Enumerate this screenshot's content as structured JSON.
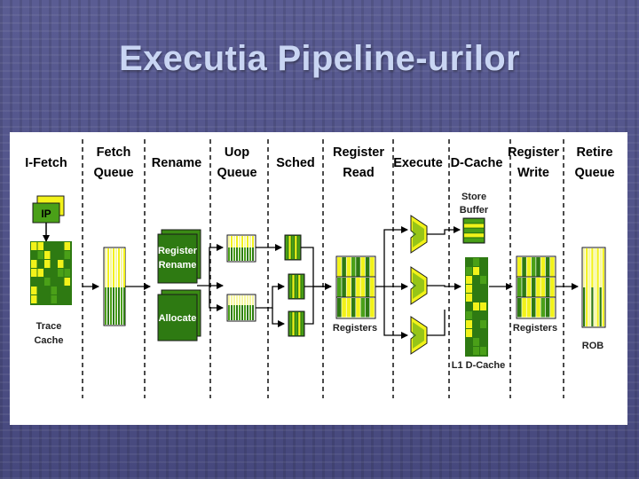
{
  "slide": {
    "title": "Executia Pipeline-urilor"
  },
  "diagram": {
    "stages": [
      {
        "line1": "I-Fetch",
        "line2": ""
      },
      {
        "line1": "Fetch",
        "line2": "Queue"
      },
      {
        "line1": "Rename",
        "line2": ""
      },
      {
        "line1": "Uop",
        "line2": "Queue"
      },
      {
        "line1": "Sched",
        "line2": ""
      },
      {
        "line1": "Register",
        "line2": "Read"
      },
      {
        "line1": "Execute",
        "line2": ""
      },
      {
        "line1": "D-Cache",
        "line2": ""
      },
      {
        "line1": "Register",
        "line2": "Write"
      },
      {
        "line1": "Retire",
        "line2": "Queue"
      }
    ],
    "ip_label": "IP",
    "trace_cache_label": [
      "Trace",
      "Cache"
    ],
    "register_rename_label": [
      "Register",
      "Rename"
    ],
    "allocate_label": "Allocate",
    "registers_read_label": "Registers",
    "registers_write_label": "Registers",
    "store_buffer_label": [
      "Store",
      "Buffer"
    ],
    "l1_dcache_label": "L1 D-Cache",
    "rob_label": "ROB",
    "colors": {
      "dark_green": "#2e7a12",
      "green": "#4aa018",
      "yellow": "#f2f21a",
      "light_yellow": "#f7f7a0",
      "outline": "#1a1a1a"
    }
  }
}
